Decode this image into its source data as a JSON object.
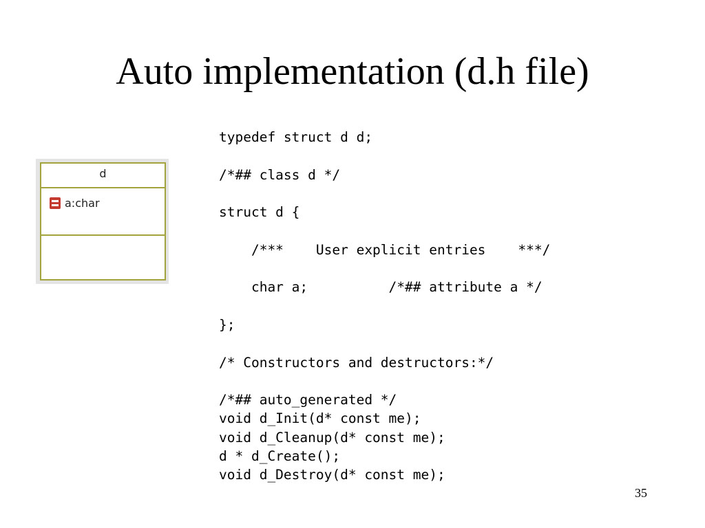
{
  "slide": {
    "title": "Auto implementation (d.h file)",
    "page_number": "35"
  },
  "uml_class": {
    "name": "d",
    "attributes": [
      {
        "icon": "private-attribute-icon",
        "label": "a:char"
      }
    ],
    "colors": {
      "border": "#a3a33e",
      "icon": "#c43a2e"
    }
  },
  "code": {
    "lines": [
      "typedef struct d d;",
      "",
      "/*## class d */",
      "",
      "struct d {",
      "",
      "    /***    User explicit entries    ***/",
      "",
      "    char a;          /*## attribute a */",
      "",
      "};",
      "",
      "/* Constructors and destructors:*/",
      "",
      "/*## auto_generated */",
      "void d_Init(d* const me);",
      "void d_Cleanup(d* const me);",
      "d * d_Create();",
      "void d_Destroy(d* const me);"
    ]
  }
}
